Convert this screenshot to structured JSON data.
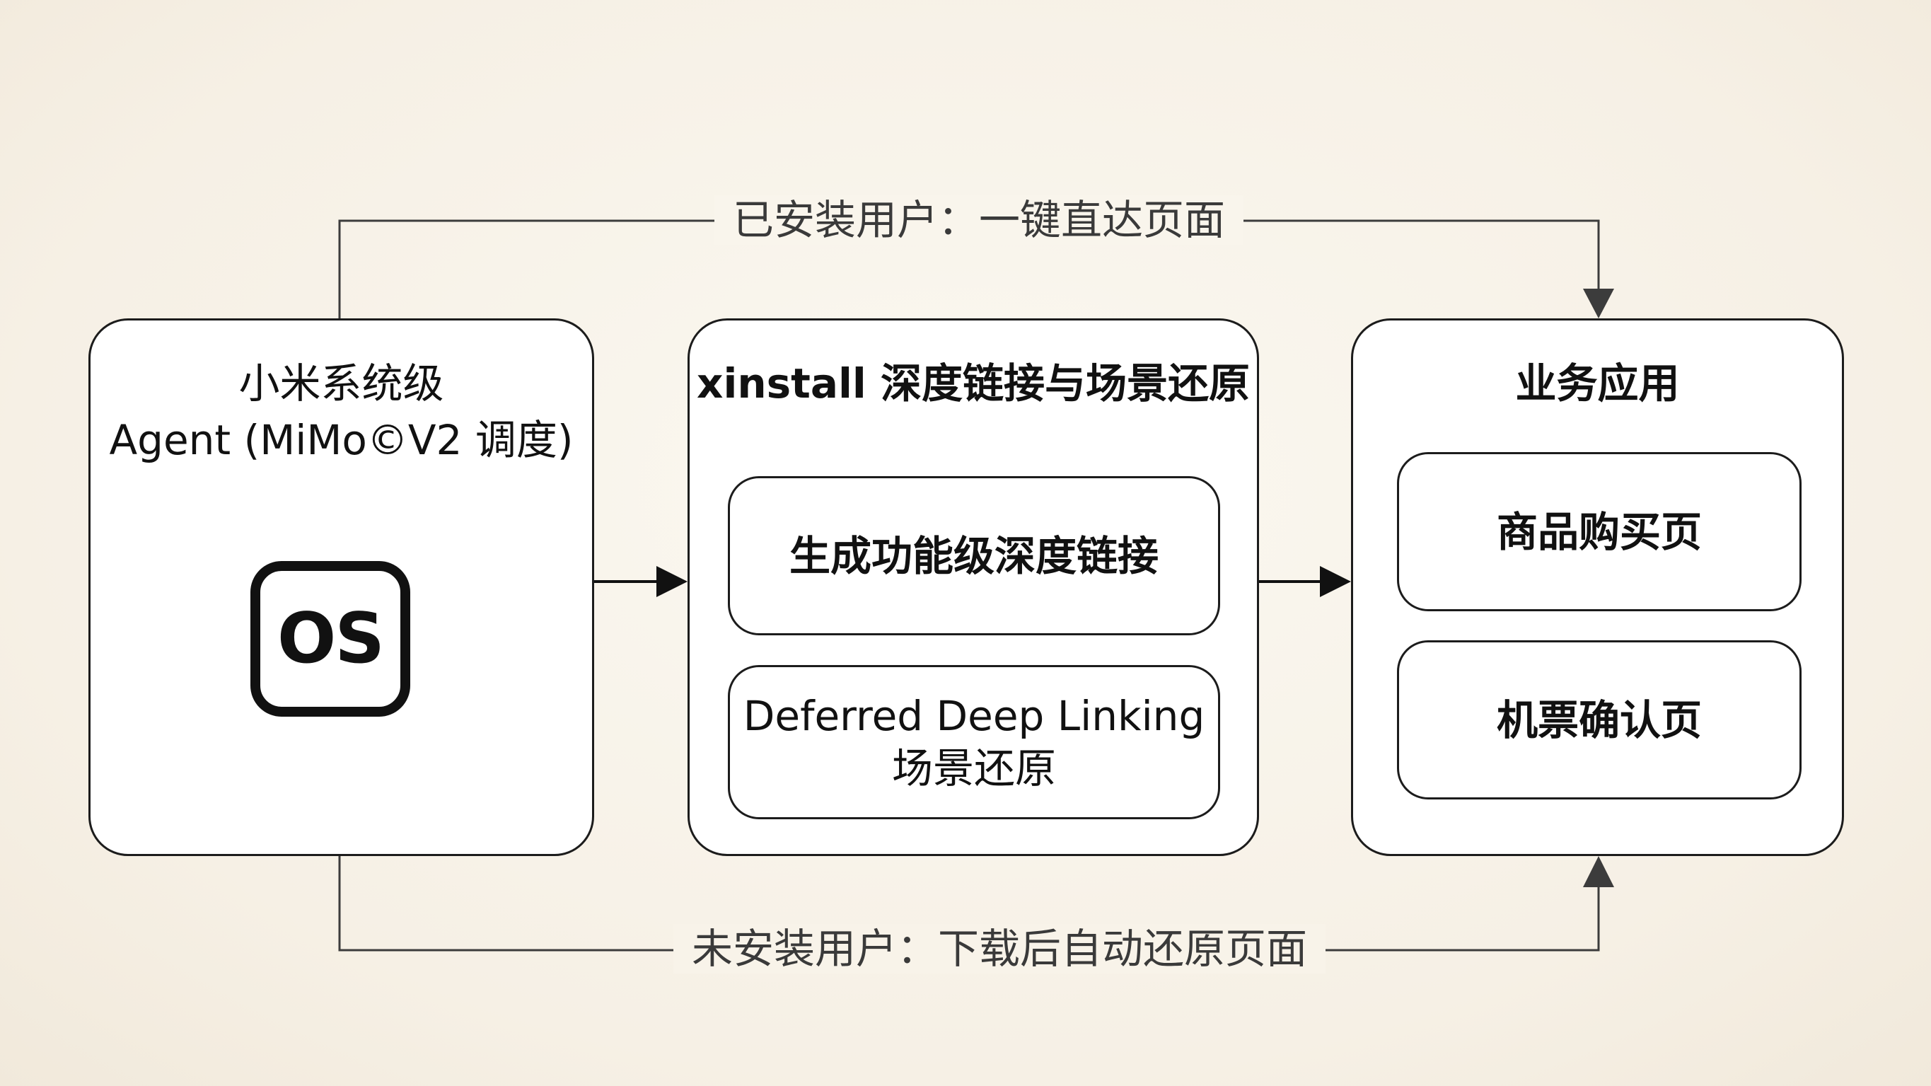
{
  "diagram": {
    "source_box": {
      "title_line1": "小米系统级",
      "title_line2": "Agent (MiMo©V2 调度)",
      "logo_text": "OS",
      "logo_icon": "os-icon"
    },
    "middle_box": {
      "title": "xinstall 深度链接与场景还原",
      "step1": "生成功能级深度链接",
      "step2_line1": "Deferred Deep Linking",
      "step2_line2": "场景还原"
    },
    "target_box": {
      "title": "业务应用",
      "page1": "商品购买页",
      "page2": "机票确认页"
    },
    "top_path_label": "已安装用户：一键直达页面",
    "bottom_path_label": "未安装用户：下载后自动还原页面",
    "colors": {
      "line": "#3c3c3c",
      "border": "#1c1c1c",
      "box_background": "#ffffff"
    }
  }
}
